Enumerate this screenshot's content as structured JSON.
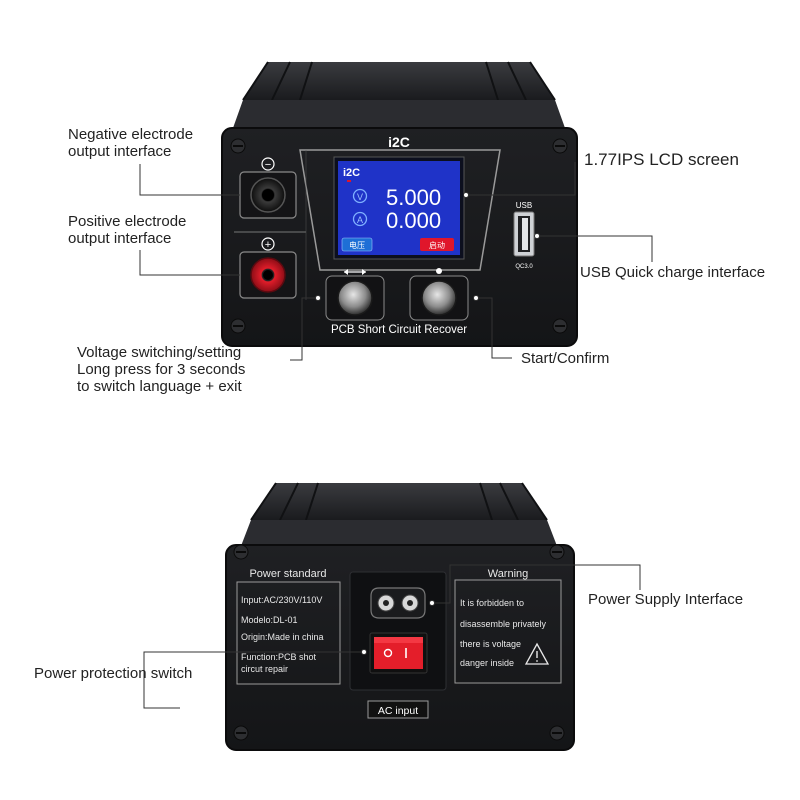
{
  "front": {
    "brand": "i2C",
    "lcd": {
      "logo": "i2C",
      "voltage": "5.000",
      "current": "0.000",
      "voltage_symbol": "V",
      "current_symbol": "A",
      "left_button": "电压",
      "right_button": "启动"
    },
    "usb_label": "USB",
    "qc_label": "QC3.0",
    "bottom_label": "PCB Short Circuit Recover",
    "minus_symbol": "−",
    "plus_symbol": "+"
  },
  "callouts": {
    "negative": [
      "Negative electrode",
      "output interface"
    ],
    "positive": [
      "Positive electrode",
      "output interface"
    ],
    "lcd": "1.77IPS LCD screen",
    "usb": "USB Quick charge interface",
    "voltage": [
      "Voltage switching/setting",
      "Long press for 3 seconds",
      "to switch language + exit"
    ],
    "start": "Start/Confirm",
    "power_supply": "Power Supply Interface",
    "power_switch": "Power protection switch"
  },
  "back": {
    "standard_title": "Power standard",
    "specs": [
      "Input:AC/230V/110V",
      "Modelo:DL-01",
      "Origin:Made in china",
      "Function:PCB shot",
      "circut repair"
    ],
    "warning_title": "Warning",
    "warning_lines": [
      "It is forbidden to",
      "disassemble privately",
      "there is voltage",
      "danger inside"
    ],
    "ac_input": "AC input"
  },
  "colors": {
    "case": "#1b1c1f",
    "lcd_bg": "#1f33c8",
    "red_button": "#e0162b",
    "blue_button": "#1e6fd6",
    "switch_red": "#e41e2a"
  }
}
